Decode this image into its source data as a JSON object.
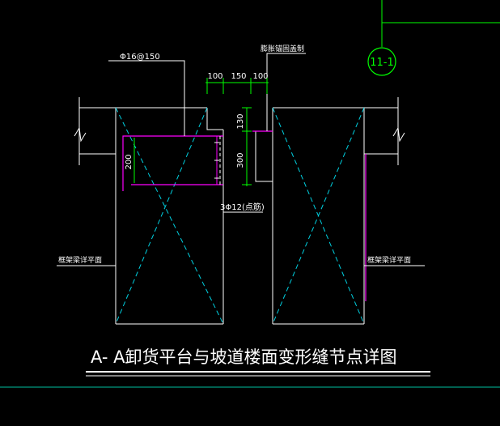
{
  "drawing": {
    "title": "A- A卸货平台与坡道楼面变形缝节点详图",
    "section_marker": "11-1",
    "labels": {
      "rebar_top": "Φ16@150",
      "anchor_note": "膨胀锚固盖制",
      "rebar_bottom": "3Φ12(点筋)",
      "level_left": "框架梁详平面",
      "level_right": "框架梁详平面"
    },
    "dimensions": {
      "top_a": "100",
      "top_b": "150",
      "top_c": "100",
      "vert_a": "130",
      "vert_b": "300",
      "beam_h": "200"
    }
  },
  "colors": {
    "white": "#ffffff",
    "green": "#00ff00",
    "cyan": "#00d0e0",
    "magenta": "#ff00ff",
    "teal": "#00c0a0"
  }
}
